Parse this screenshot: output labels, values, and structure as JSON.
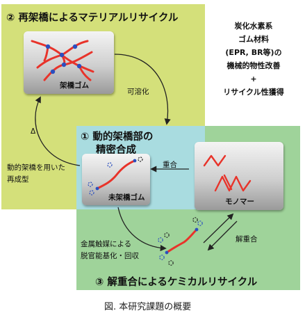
{
  "colors": {
    "panel_yellow": "#d4e07a",
    "panel_cyan": "#a9dce0",
    "panel_green": "#9fd39a",
    "polymer_red": "#e8332a",
    "crosslink_blue": "#2b4fbf",
    "arrow_dark": "#222222"
  },
  "section2": {
    "title": "② 再架橋によるマテリアルリサイクル"
  },
  "section1": {
    "title_line1": "① 動的架橋部の",
    "title_line2": "精密合成"
  },
  "section3": {
    "title": "③ 解重合によるケミカルリサイクル"
  },
  "side_note": {
    "lines": [
      "炭化水素系",
      "ゴム材料",
      "(EPR, BR等)の",
      "機械的物性改善",
      "+",
      "リサイクル性獲得"
    ]
  },
  "cards": {
    "crosslinked_rubber": "架橋ゴム",
    "uncrosslinked_rubber": "未架橋ゴム",
    "monomer": "モノマー"
  },
  "labels": {
    "soluble": "可溶化",
    "delta": "Δ",
    "reform_line1": "動的架橋を用いた",
    "reform_line2": "再成型",
    "polymerization": "重合",
    "depolymerization": "解重合",
    "metal_line1": "金属触媒による",
    "metal_line2": "脱官能基化・回収"
  },
  "caption": "図. 本研究課題の概要"
}
